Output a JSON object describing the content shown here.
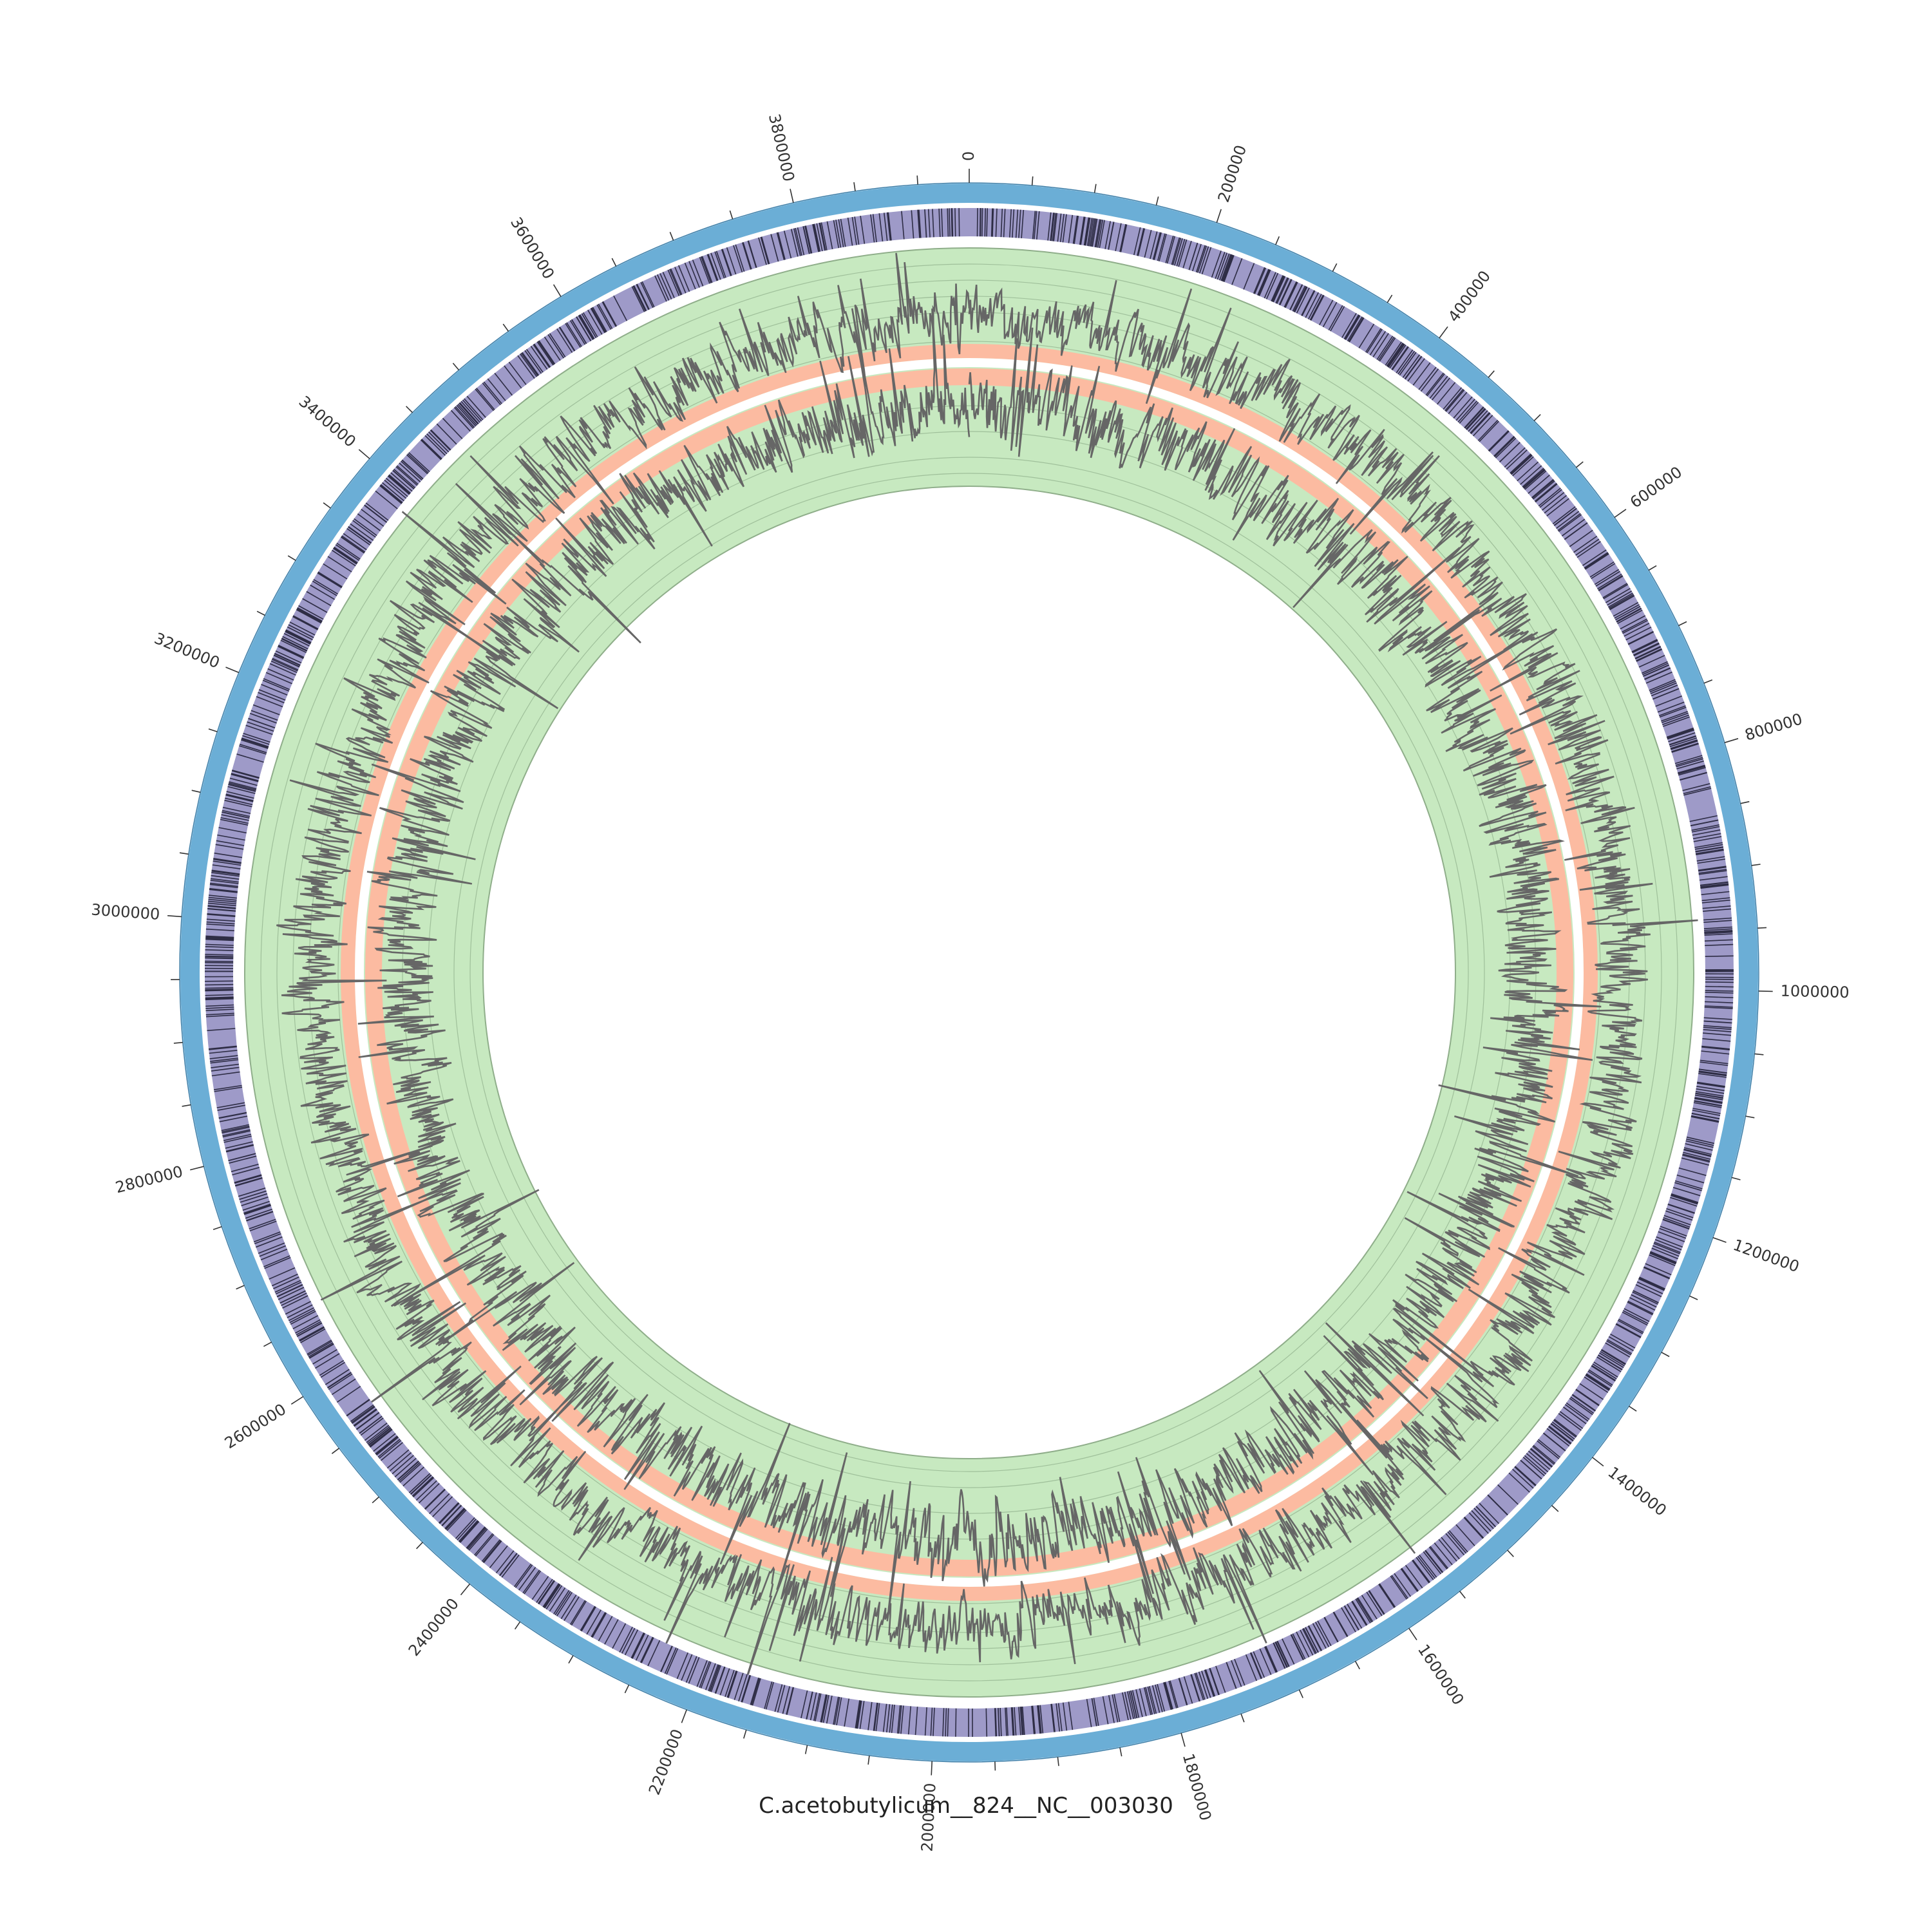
{
  "title": "C.acetobutylicum__824__NC__003030",
  "genome_length": 3940880,
  "ticks": {
    "major_labels": [
      "0",
      "200000",
      "400000",
      "600000",
      "800000",
      "1000000",
      "1200000",
      "1400000",
      "1600000",
      "1800000",
      "2000000",
      "2200000",
      "2400000",
      "2600000",
      "2800000",
      "3000000",
      "3200000",
      "3400000",
      "3600000",
      "3800000"
    ],
    "major_step": 200000,
    "minor_step": 50000
  },
  "colors": {
    "backbone": "#6baed6",
    "gene_band": "#9e9ac8",
    "gene_line": "#1a1a2e",
    "track_bg": "#c7e9c0",
    "track_edge": "#8fae8a",
    "gc_skew_band": "#fcbba1",
    "signal": "#666666",
    "guide": "#bdbdbd"
  },
  "tracks": [
    {
      "name": "backbone",
      "type": "band"
    },
    {
      "name": "genes",
      "type": "features"
    },
    {
      "name": "outer-signal",
      "type": "line"
    },
    {
      "name": "inner-signal",
      "type": "line"
    }
  ]
}
